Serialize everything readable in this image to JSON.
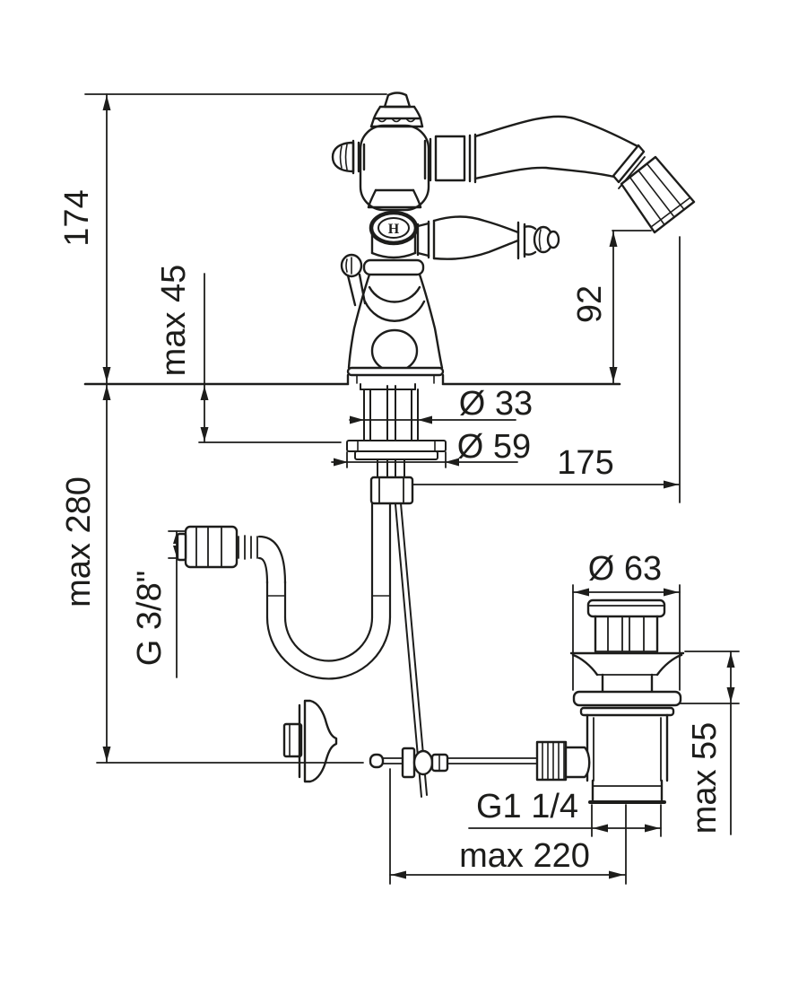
{
  "drawing": {
    "ink_color": "#1d1d1b",
    "background_color": "#ffffff",
    "medallion_letter": "H",
    "labels": {
      "total_height": "174",
      "deck_thickness": "max 45",
      "spout_height": "92",
      "body_diameter": "Ø 33",
      "base_diameter": "Ø 59",
      "spout_reach": "175",
      "under_deck_height": "max 280",
      "supply_thread": "G 3/8\"",
      "drain_cap_diameter": "Ø 63",
      "drain_deck_thickness": "max 55",
      "drain_thread": "G1 1/4",
      "rod_length": "max 220"
    }
  }
}
